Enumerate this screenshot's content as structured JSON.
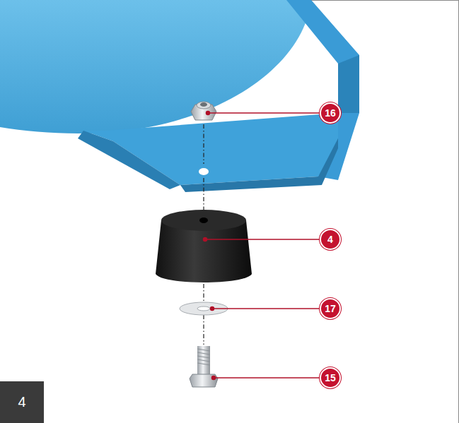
{
  "diagram": {
    "nodes": [
      {
        "text": [
          "4"
        ]
      }
    ],
    "labels": [
      "16",
      "4",
      "17",
      "15"
    ]
  }
}
